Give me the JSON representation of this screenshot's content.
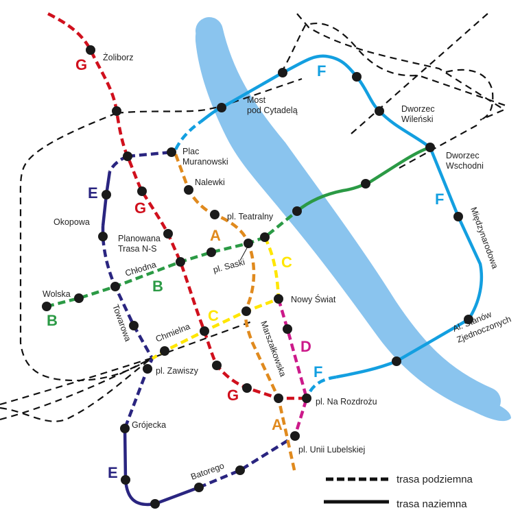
{
  "colors": {
    "river": "#8ac4ee",
    "A": "#e08a1e",
    "B": "#2b9a45",
    "C": "#ffe600",
    "D": "#cc1a8a",
    "E": "#2a2580",
    "F": "#139fe0",
    "G": "#d0101d",
    "rail": "#111111"
  },
  "lines": {
    "A": "A",
    "B": "B",
    "C": "C",
    "D": "D",
    "E": "E",
    "F": "F",
    "G": "G"
  },
  "stations": {
    "zoliborz": "Żoliborz",
    "most1": "Most",
    "most2": "pod Cytadelą",
    "wil1": "Dworzec",
    "wil2": "Wileński",
    "mur1": "Plac",
    "mur2": "Muranowski",
    "nalewki": "Nalewki",
    "wsch1": "Dworzec",
    "wsch2": "Wschodni",
    "okopowa": "Okopowa",
    "plan1": "Planowana",
    "plan2": "Trasa N-S",
    "teatralny": "pl. Teatralny",
    "miedzynarodowa": "Międzynarodowa",
    "saski": "pl. Saski",
    "chlodna": "Chłodna",
    "wolska": "Wolska",
    "nowyswiat": "Nowy Świat",
    "towarowa": "Towarowa",
    "chmielna": "Chmielna",
    "marszalkowska": "Marszałkowska",
    "stanow1": "Al. Stanów",
    "stanow2": "Zjednoczonych",
    "zawiszy": "pl. Zawiszy",
    "rozdrozu": "pl. Na Rozdrożu",
    "grojecka": "Grójecka",
    "unii": "pl. Unii Lubelskiej",
    "batorego": "Batorego"
  },
  "legend": {
    "underground": "trasa podziemna",
    "surface": "trasa naziemna"
  }
}
